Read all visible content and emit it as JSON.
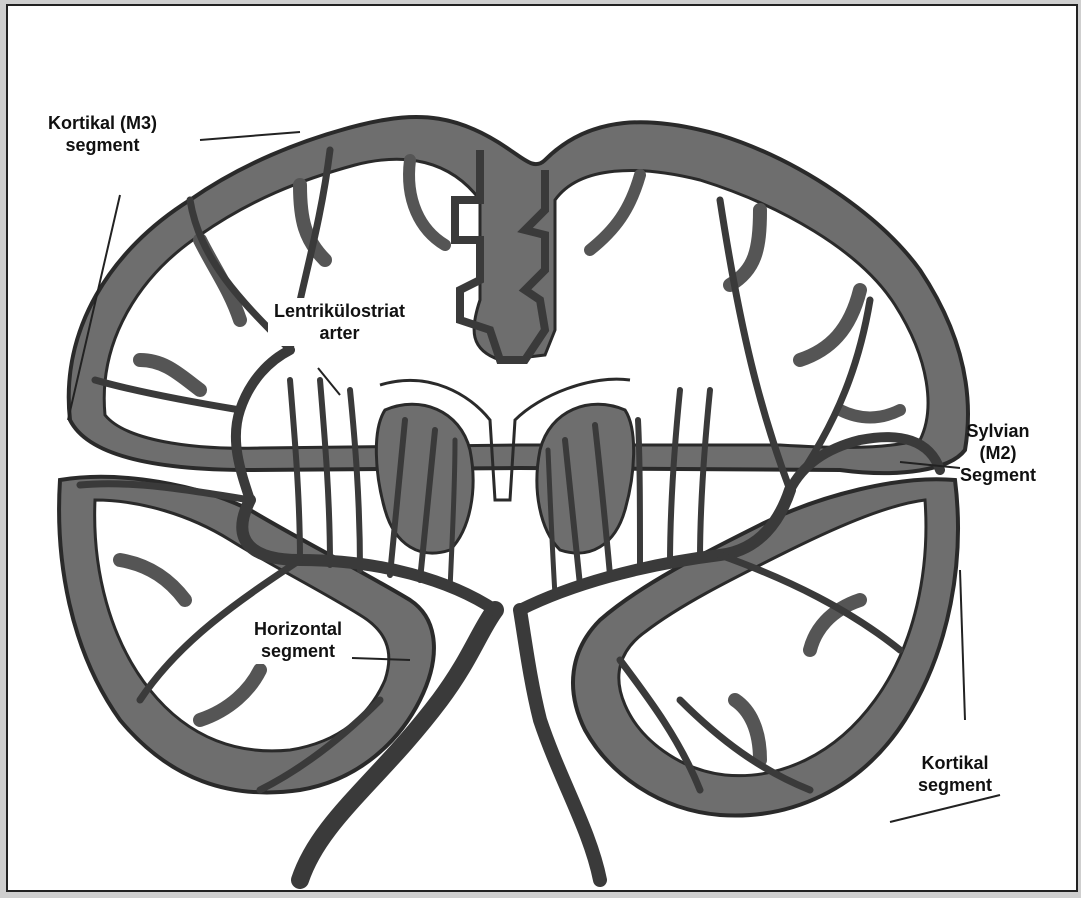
{
  "labels": {
    "kortikal_m3": {
      "line1": "Kortikal (M3)",
      "line2": "segment"
    },
    "lentrikulostriat": {
      "line1": "Lentrikülostriat",
      "line2": "arter"
    },
    "sylvian_m2": {
      "line1": "Sylvian",
      "line2": "(M2)",
      "line3": "Segment"
    },
    "horizontal": {
      "line1": "Horizontal",
      "line2": "segment"
    },
    "kortikal": {
      "line1": "Kortikal",
      "line2": "segment"
    }
  },
  "colors": {
    "cortex_fill": "#6e6e6e",
    "artery_stroke": "#3a3a3a",
    "white_matter": "#ffffff",
    "outline": "#2a2a2a"
  }
}
